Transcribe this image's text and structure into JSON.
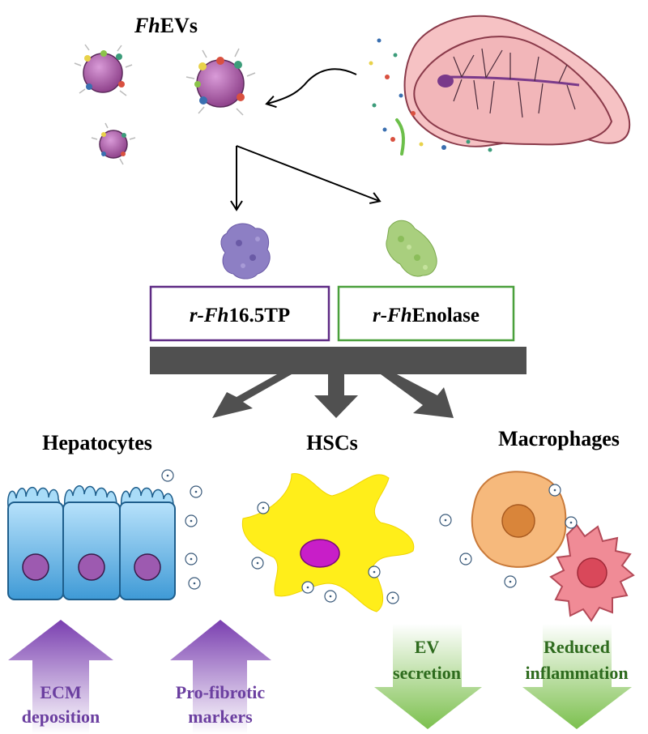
{
  "title": {
    "prefix": "Fh",
    "suffix": "EVs"
  },
  "proteins": [
    {
      "prefix": "r-",
      "italic": "Fh",
      "suffix": "16.5TP",
      "color": "#5e2a84"
    },
    {
      "prefix": "r-",
      "italic": "Fh",
      "suffix": "Enolase",
      "color": "#4aa03c"
    }
  ],
  "targets": {
    "hepatocytes": "Hepatocytes",
    "hscs": "HSCs",
    "macrophages": "Macrophages"
  },
  "effects": [
    {
      "line1": "ECM",
      "line2": "deposition",
      "direction": "up",
      "color": "#6b3fa0"
    },
    {
      "line1": "Pro-fibrotic",
      "line2": "markers",
      "direction": "up",
      "color": "#6b3fa0"
    },
    {
      "line1": "EV",
      "line2": "secretion",
      "direction": "down",
      "color": "#2e6b1e"
    },
    {
      "line1": "Reduced",
      "line2": "inflammation",
      "direction": "down",
      "color": "#2e6b1e"
    }
  ],
  "colors": {
    "fluke": "#f2b6b9",
    "vesicle": "#b05aa8",
    "hepatocyte": "#7fc4ec",
    "hsc": "#ffee1a",
    "macrophage_orange": "#f6b97c",
    "macrophage_red": "#f08b96",
    "bar": "#505050"
  }
}
